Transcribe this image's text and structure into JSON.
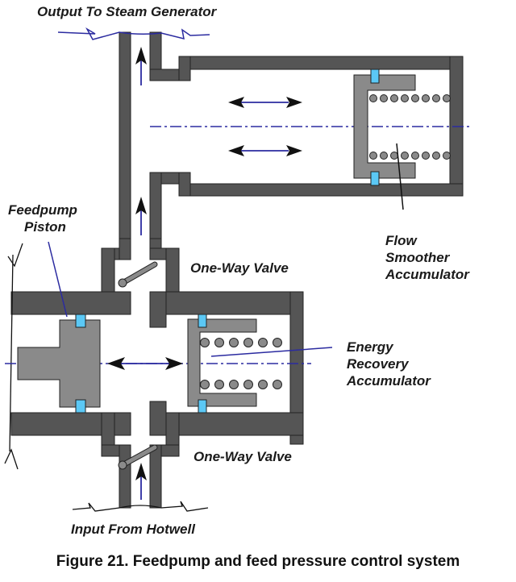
{
  "figure": {
    "caption": "Figure 21.  Feedpump and feed pressure control system",
    "labels": {
      "output": "Output To Steam Generator",
      "input": "Input From Hotwell",
      "feedpump_piston_line1": "Feedpump",
      "feedpump_piston_line2": "Piston",
      "valve_upper": "One-Way Valve",
      "valve_lower": "One-Way Valve",
      "flow_smoother_line1": "Flow",
      "flow_smoother_line2": "Smoother",
      "flow_smoother_line3": "Accumulator",
      "energy_recovery_line1": "Energy",
      "energy_recovery_line2": "Recovery",
      "energy_recovery_line3": "Accumulator"
    },
    "components": [
      {
        "id": "feedpump-piston",
        "icon": "piston"
      },
      {
        "id": "one-way-valve-upper",
        "icon": "flapper-valve"
      },
      {
        "id": "one-way-valve-lower",
        "icon": "flapper-valve"
      },
      {
        "id": "flow-smoother-accumulator",
        "icon": "spring-accumulator"
      },
      {
        "id": "energy-recovery-accumulator",
        "icon": "spring-accumulator"
      }
    ],
    "colors": {
      "wall": "#555555",
      "moving_part": "#8a8a8a",
      "seal": "#5bc8f5",
      "centerline": "#2b2ba0"
    }
  }
}
